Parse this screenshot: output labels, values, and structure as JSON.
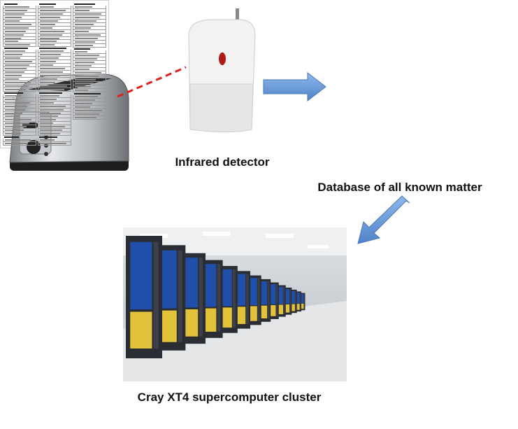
{
  "labels": {
    "detector": "Infrared detector",
    "database": "Database of all known matter",
    "supercomputer": "Cray XT4 supercomputer cluster"
  },
  "colors": {
    "laser": "#e02020",
    "arrow": "#6fa0dc",
    "cabinet_blue": "#1f4fa8",
    "cabinet_yellow": "#e2c23a"
  },
  "icons": [
    "toaster-image",
    "infrared-detector-image",
    "database-table-image",
    "supercomputer-photo",
    "arrow-right-icon",
    "arrow-down-left-icon"
  ]
}
